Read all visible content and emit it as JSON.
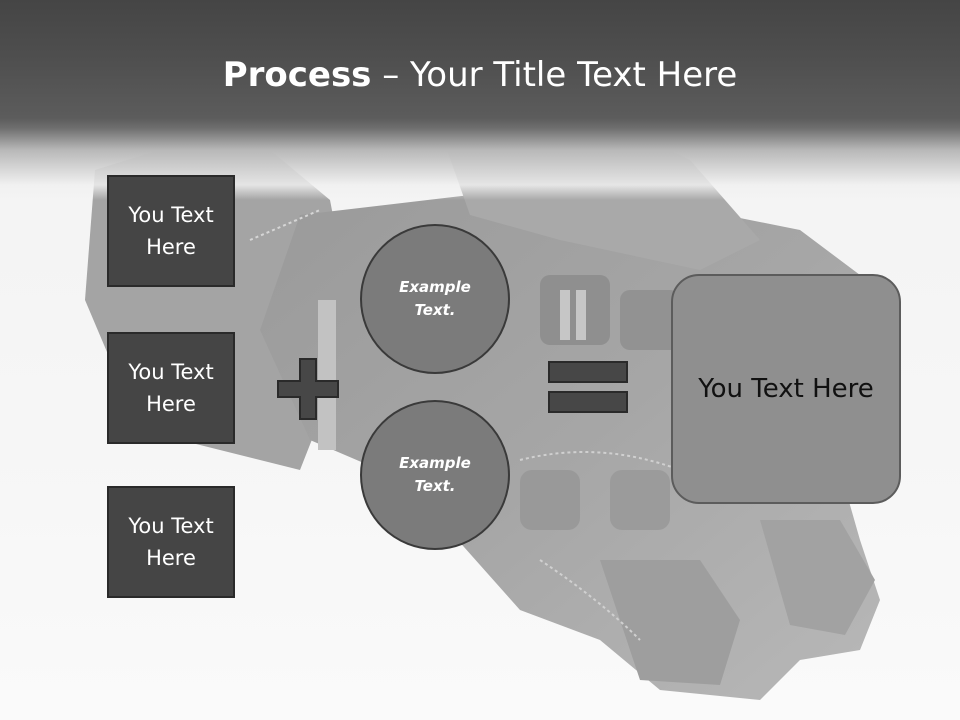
{
  "slide": {
    "title_bold": "Process",
    "title_rest": " – Your Title Text Here",
    "boxes": [
      {
        "label": "You Text\nHere"
      },
      {
        "label": "You Text\nHere"
      },
      {
        "label": "You Text\nHere"
      }
    ],
    "circles": [
      {
        "label": "Example\nText."
      },
      {
        "label": "Example\nText."
      }
    ],
    "result_label": "You Text Here"
  },
  "icons": {
    "plus": "plus-icon",
    "equals": "equals-icon"
  },
  "colors": {
    "header_dark": "#454545",
    "box_fill": "#454545",
    "circle_fill": "#7b7b7b",
    "result_fill": "#8f8f8f",
    "title_text": "#ffffff"
  }
}
